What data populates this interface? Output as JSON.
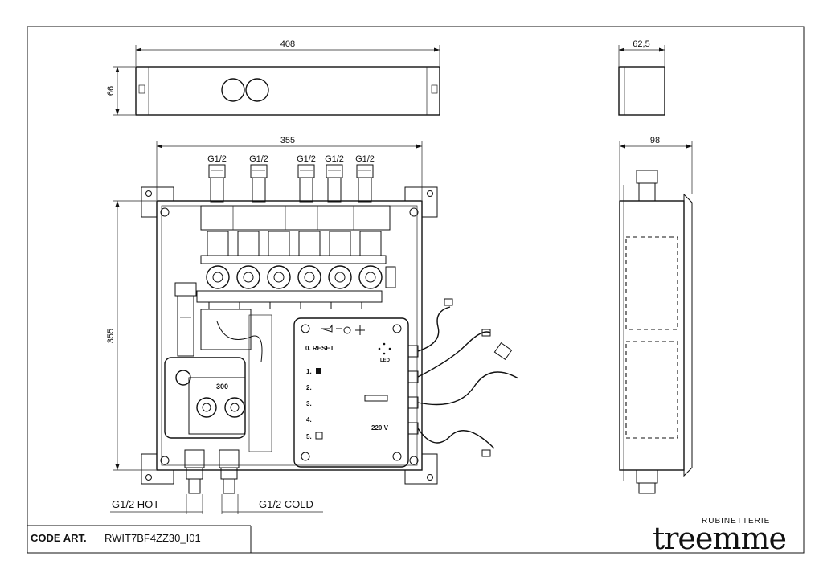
{
  "title_block": {
    "code_label": "CODE ART.",
    "code_value": "RWIT7BF4ZZ30_I01",
    "brand_small": "RUBINETTERIE",
    "brand_name": "treemme"
  },
  "dimensions": {
    "top_width": "408",
    "top_height": "66",
    "side_top_depth": "62,5",
    "front_width": "355",
    "front_height": "355",
    "side_depth": "98"
  },
  "connections": {
    "outlets": [
      "G1/2",
      "G1/2",
      "G1/2",
      "G1/2",
      "G1/2"
    ],
    "hot_inlet": "G1/2 HOT",
    "cold_inlet": "G1/2 COLD"
  },
  "control_box": {
    "reset_label": "0.  RESET",
    "led_label": "LED",
    "voltage": "220 V",
    "channels": [
      "1.",
      "2.",
      "3.",
      "4.",
      "5."
    ],
    "mixer_label": "300"
  }
}
